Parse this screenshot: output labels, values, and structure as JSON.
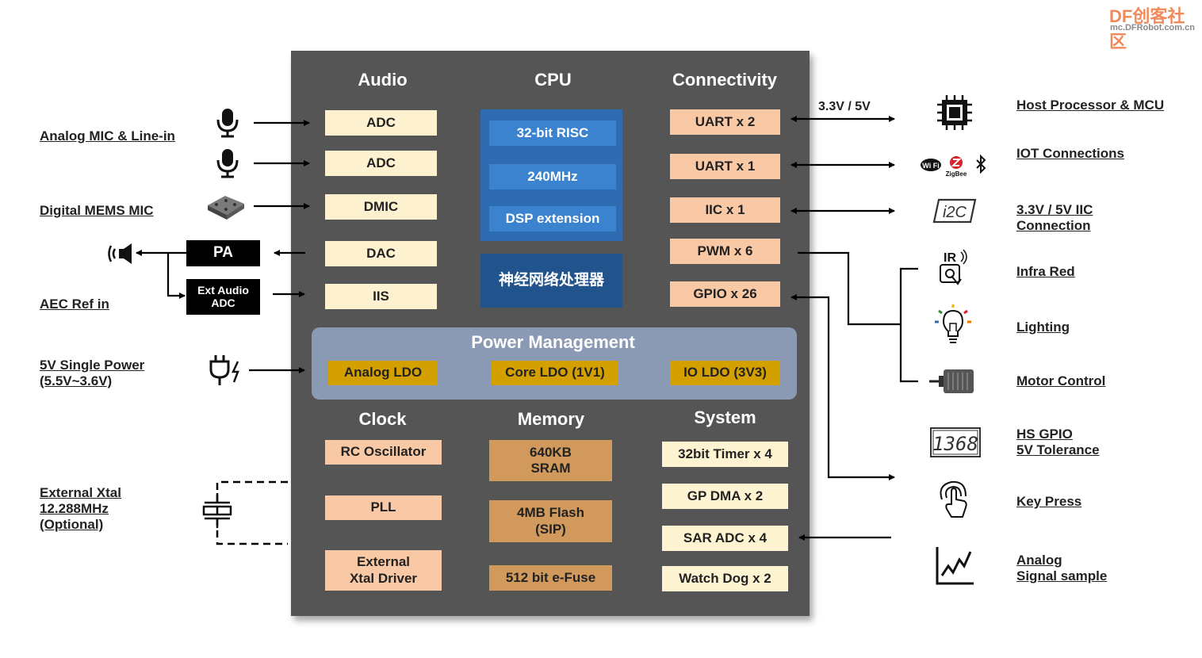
{
  "watermark": {
    "brand": "DF创客社区",
    "url": "mc.DFRobot.com.cn"
  },
  "chip": {
    "sections": {
      "audio": "Audio",
      "cpu": "CPU",
      "connectivity": "Connectivity",
      "power_management": "Power Management",
      "clock": "Clock",
      "memory": "Memory",
      "system": "System"
    },
    "audio_blocks": [
      "ADC",
      "ADC",
      "DMIC",
      "DAC",
      "IIS"
    ],
    "cpu_blocks": [
      "32-bit RISC",
      "240MHz",
      "DSP extension"
    ],
    "npu": "神经网络处理器",
    "connectivity_blocks": [
      "UART x 2",
      "UART x 1",
      "IIC x 1",
      "PWM x 6",
      "GPIO x 26"
    ],
    "power_blocks": [
      "Analog LDO",
      "Core LDO (1V1)",
      "IO LDO (3V3)"
    ],
    "clock_blocks": [
      "RC Oscillator",
      "PLL",
      "External\nXtal Driver"
    ],
    "memory_blocks": [
      "640KB\nSRAM",
      "4MB Flash\n(SIP)",
      "512 bit e-Fuse"
    ],
    "system_blocks": [
      "32bit Timer x 4",
      "GP DMA x 2",
      "SAR ADC x 4",
      "Watch Dog x 2"
    ]
  },
  "left": {
    "labels": {
      "analog_mic": "Analog MIC & Line-in",
      "digital_mic": "Digital MEMS MIC",
      "aec_ref": "AEC Ref in",
      "power": "5V Single Power\n(5.5V~3.6V)",
      "xtal": "External Xtal\n12.288MHz\n(Optional)"
    },
    "pa": "PA",
    "ext_adc": "Ext Audio\nADC"
  },
  "right": {
    "voltage": "3.3V / 5V",
    "labels": {
      "host": "Host Processor & MCU",
      "iot": "IOT Connections",
      "iic": "3.3V / 5V IIC\nConnection",
      "ir": "Infra Red",
      "lighting": "Lighting",
      "motor": "Motor Control",
      "hsgpio": "HS GPIO\n5V Tolerance",
      "key": "Key Press",
      "analog": "Analog\nSignal sample"
    },
    "icon_text": {
      "wifi": "Wi Fi",
      "zigbee": "ZigBee",
      "i2c": "i2C",
      "ir": "IR",
      "counter": "1368"
    }
  }
}
